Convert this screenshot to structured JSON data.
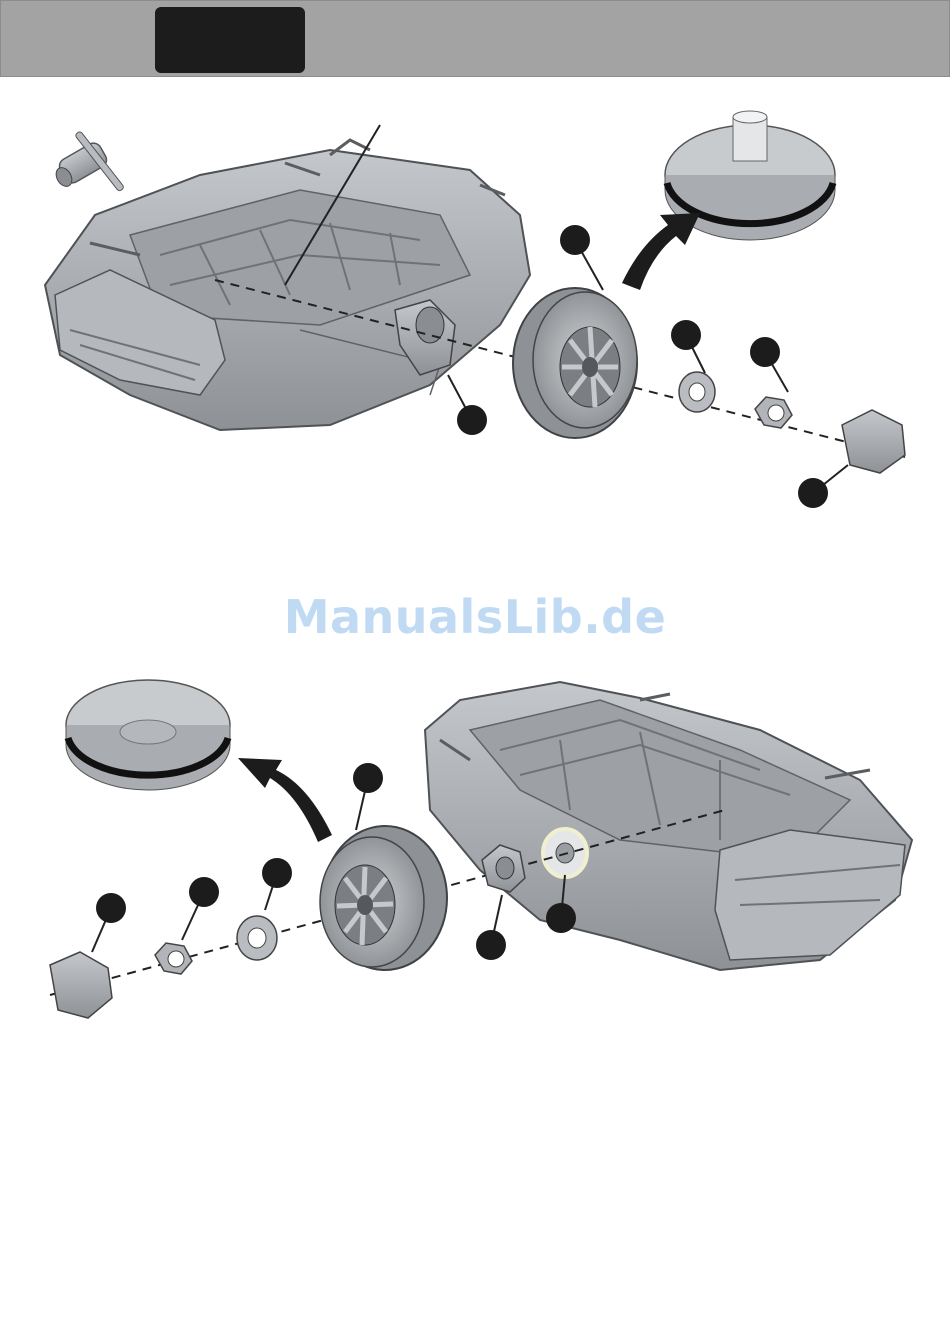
{
  "header": {
    "step_box_text": ""
  },
  "watermark": {
    "text": "ManualsLib.de"
  },
  "colors": {
    "header_band": "#a3a3a3",
    "step_box": "#1c1c1c",
    "part_gray": "#a9acb0",
    "part_dark": "#6f7276",
    "callout_dot": "#1c1c1c",
    "tire_band": "#111111",
    "watermark": "#bfdaf2"
  },
  "diagrams": [
    {
      "id": "top",
      "parts": [
        "wrench-icon",
        "car-body-upside-down",
        "motor-axle",
        "wheel",
        "washer",
        "nut",
        "hub-cap",
        "wheel-inner-side"
      ],
      "callout_count": 5
    },
    {
      "id": "bottom",
      "parts": [
        "wheel-inner-side",
        "car-body-upside-down",
        "axle-bushing",
        "wheel",
        "washer",
        "nut",
        "hub-cap"
      ],
      "callout_count": 6
    }
  ]
}
